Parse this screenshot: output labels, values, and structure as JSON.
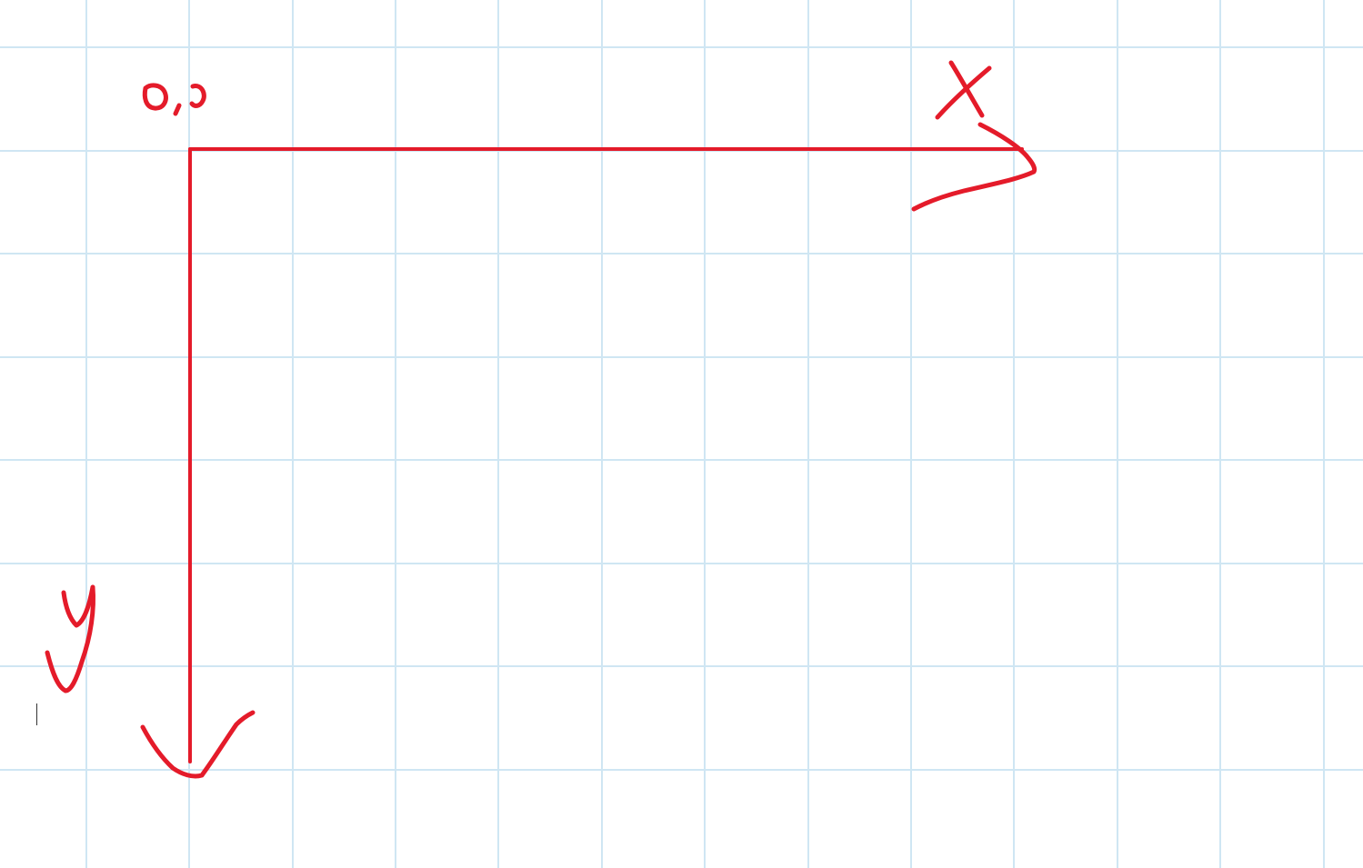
{
  "canvas": {
    "background_color": "#ffffff",
    "grid_line_color": "#cfe6f3",
    "ink_color": "#e41b2a",
    "drawing": {
      "origin_label": "0,0",
      "x_axis_label": "X",
      "y_axis_label": "y"
    }
  }
}
